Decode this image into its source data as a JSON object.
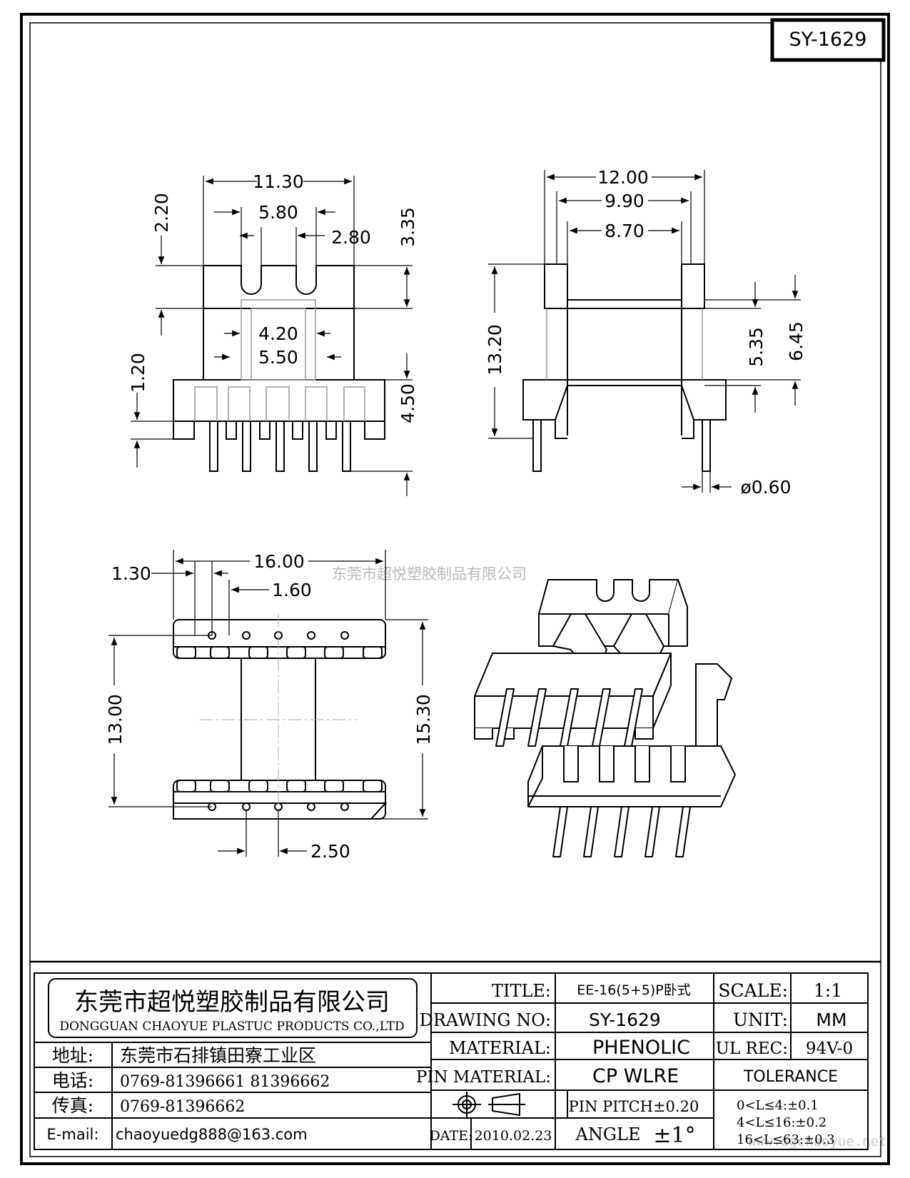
{
  "drawing_code": "SY-1629",
  "dimensions": {
    "front": {
      "w_11_30": "11.30",
      "w_5_80": "5.80",
      "w_2_80": "2.80",
      "h_2_20": "2.20",
      "h_3_35": "3.35",
      "w_4_20": "4.20",
      "w_5_50": "5.50",
      "h_1_20": "1.20",
      "h_4_50": "4.50"
    },
    "side": {
      "w_12_00": "12.00",
      "w_9_90": "9.90",
      "w_8_70": "8.70",
      "h_13_20": "13.20",
      "h_5_35": "5.35",
      "h_6_45": "6.45",
      "pin_dia": "ø0.60"
    },
    "bottom": {
      "w_16_00": "16.00",
      "w_1_30": "1.30",
      "w_1_60": "1.60",
      "h_13_00": "13.00",
      "h_15_30": "15.30",
      "pitch_2_50": "2.50"
    }
  },
  "watermark": "东莞市超悦塑胶制品有限公司",
  "watermark_site": "www.dgchaoyue.net",
  "company": {
    "name_cn": "东莞市超悦塑胶制品有限公司",
    "name_en": "DONGGUAN CHAOYUE PLASTUC PRODUCTS CO.,LTD",
    "address_label": "地址:",
    "address": "东莞市石排镇田寮工业区",
    "phone_label": "电话:",
    "phone": "0769-81396661   81396662",
    "fax_label": "传真:",
    "fax": "0769-81396662",
    "email_label": "E-mail:",
    "email": "chaoyuedg888@163.com"
  },
  "title_block": {
    "title_label": "TITLE:",
    "title": "EE-16(5+5)P卧式",
    "drawing_no_label": "DRAWING NO:",
    "drawing_no": "SY-1629",
    "material_label": "MATERIAL:",
    "material": "PHENOLIC",
    "pin_material_label": "PIN MATERIAL:",
    "pin_material": "CP WLRE",
    "pin_pitch": "PIN PITCH±0.20",
    "date_label": "DATE:",
    "date": "2010.02.23",
    "angle_label": "ANGLE",
    "angle": "±1°",
    "scale_label": "SCALE:",
    "scale": "1:1",
    "unit_label": "UNIT:",
    "unit": "MM",
    "ul_label": "UL REC:",
    "ul": "94V-0",
    "tolerance_label": "TOLERANCE",
    "tol_1": "0<L≤4:±0.1",
    "tol_2": "4<L≤16:±0.2",
    "tol_3": "16<L≤63:±0.3"
  }
}
